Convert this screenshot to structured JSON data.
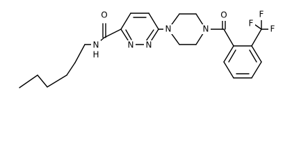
{
  "molecule": {
    "bond_color": "#000000",
    "background": "#ffffff",
    "atoms": {
      "amide_oxygen": "O",
      "amide_nh": "N",
      "amide_h": "H",
      "pyridazine_n1": "N",
      "pyridazine_n2": "N",
      "piperazine_n1": "N",
      "piperazine_n4": "N",
      "ketone_oxygen": "O",
      "fluorine_1": "F",
      "fluorine_2": "F",
      "fluorine_3": "F"
    }
  }
}
